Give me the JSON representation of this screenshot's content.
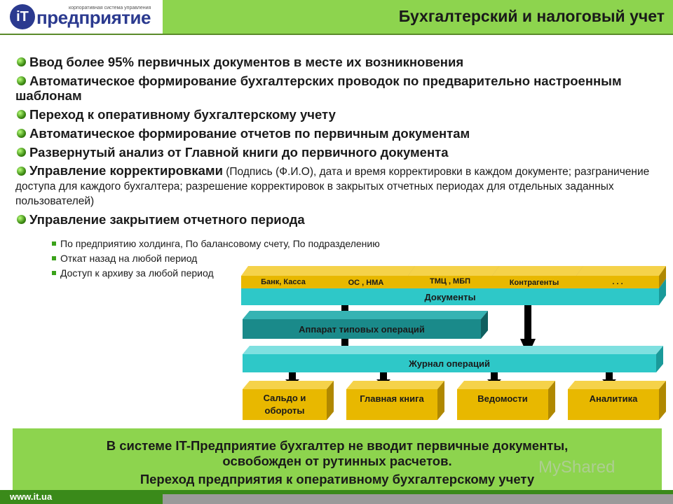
{
  "header": {
    "logo_tagline": "корпоративная система управления",
    "logo_mark": "iT",
    "logo_text": "предприятие",
    "title": "Бухгалтерский и налоговый учет"
  },
  "bullets": [
    {
      "bold": "Ввод более 95% первичных документов в месте их возникновения",
      "normal": ""
    },
    {
      "bold": "Автоматическое формирование бухгалтерских проводок по предварительно настроенным шаблонам",
      "normal": ""
    },
    {
      "bold": "Переход к оперативному бухгалтерскому учету",
      "normal": ""
    },
    {
      "bold": "Автоматическое формирование отчетов по первичным документам",
      "normal": ""
    },
    {
      "bold": "Развернутый анализ от Главной книги до первичного документа",
      "normal": ""
    },
    {
      "bold": "Управление корректировками",
      "normal": " (Подпись (Ф.И.О), дата и время корректировки в каждом документе; разграничение доступа для каждого бухгалтера; разрешение корректировок в закрытых отчетных периодах для отдельных заданных пользователей)"
    },
    {
      "bold": "Управление закрытием отчетного периода",
      "normal": ""
    }
  ],
  "sub_bullets": [
    "По предприятию холдинга, По балансовому счету, По подразделению",
    "Откат назад на любой период",
    "Доступ к архиву за любой период"
  ],
  "diagram": {
    "top_boxes": [
      "Банк, Касса",
      "ОС , НМА",
      "ТМЦ , МБП",
      "Контрагенты",
      ". . ."
    ],
    "documents": "Документы",
    "operations_apparatus": "Аппарат типовых операций",
    "journal": "Журнал операций",
    "outputs": [
      "Сальдо и обороты",
      "Главная книга",
      "Ведомости",
      "Аналитика"
    ],
    "colors": {
      "gold": "#e8b800",
      "teal": "#1ec2c2",
      "teal_dark": "#1a8a8a",
      "cyan": "#2ec8c8"
    }
  },
  "summary": {
    "line1": "В системе IT-Предприятие бухгалтер не вводит первичные документы,",
    "line2": "освобожден от рутинных расчетов.",
    "line3": "Переход предприятия к оперативному бухгалтерскому учету"
  },
  "footer": {
    "url": "www.it.ua"
  },
  "watermark": "MyShared"
}
